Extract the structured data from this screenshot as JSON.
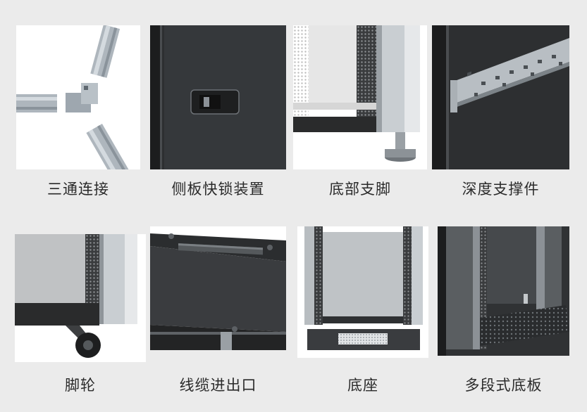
{
  "features": [
    {
      "caption": "三通连接"
    },
    {
      "caption": "侧板快锁装置"
    },
    {
      "caption": "底部支脚"
    },
    {
      "caption": "深度支撑件"
    },
    {
      "caption": "脚轮"
    },
    {
      "caption": "线缆进出口"
    },
    {
      "caption": "底座"
    },
    {
      "caption": "多段式底板"
    }
  ]
}
